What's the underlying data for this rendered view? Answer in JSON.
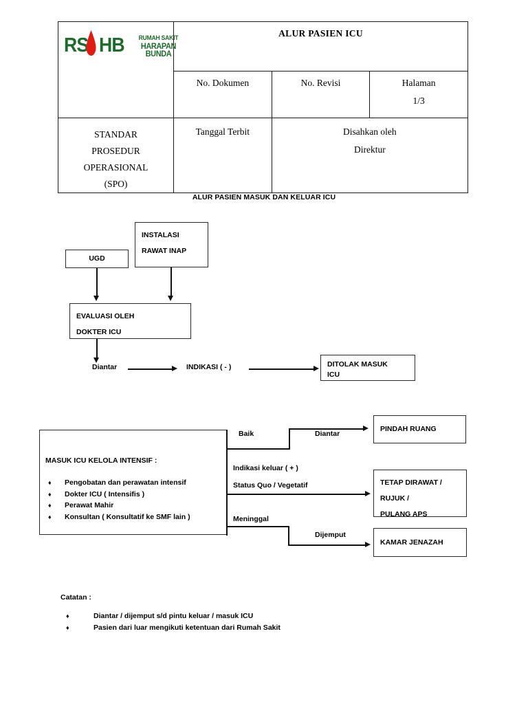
{
  "header": {
    "logo": {
      "mark_left": "RS",
      "mark_right": "HB",
      "line1": "RUMAH SAKIT",
      "line2": "HARAPAN BUNDA",
      "green": "#1d6b2a",
      "red": "#e01b10"
    },
    "title": "ALUR PASIEN ICU",
    "col_labels": {
      "dokumen": "No. Dokumen",
      "revisi": "No. Revisi",
      "halaman": "Halaman",
      "halaman_value": "1/3"
    },
    "spo": {
      "line1": "STANDAR",
      "line2": "PROSEDUR",
      "line3": "OPERASIONAL",
      "line4": "(SPO)"
    },
    "tanggal_terbit": "Tanggal Terbit",
    "disahkan": "Disahkan oleh",
    "direktur": "Direktur"
  },
  "flow": {
    "title": "ALUR PASIEN MASUK DAN KELUAR ICU",
    "boxes": {
      "ugd": "UGD",
      "instalasi_l1": "INSTALASI",
      "instalasi_l2": "RAWAT INAP",
      "evaluasi_l1": "EVALUASI OLEH",
      "evaluasi_l2": "DOKTER ICU",
      "ditolak_l1": "DITOLAK MASUK",
      "ditolak_l2": "ICU",
      "masuk_title": "MASUK ICU KELOLA INTENSIF :",
      "masuk_items": [
        "Pengobatan dan perawatan intensif",
        "Dokter ICU ( Intensifis )",
        "Perawat Mahir",
        "Konsultan ( Konsultatif ke SMF lain )"
      ],
      "pindah_ruang": "PINDAH RUANG",
      "tetap_l1": "TETAP DIRAWAT /",
      "tetap_l2": "RUJUK /",
      "tetap_l3": "PULANG APS",
      "kamar_jenazah": "KAMAR JENAZAH"
    },
    "labels": {
      "diantar1": "Diantar",
      "indikasi_neg": "INDIKASI ( - )",
      "baik": "Baik",
      "diantar2": "Diantar",
      "indikasi_keluar": "Indikasi keluar ( + )",
      "status_quo": "Status Quo / Vegetatif",
      "meninggal": "Meninggal",
      "dijemput": "Dijemput"
    }
  },
  "notes": {
    "title": "Catatan  :",
    "bullet": "♦",
    "items": [
      "Diantar / dijemput s/d pintu keluar / masuk ICU",
      "Pasien dari luar mengikuti ketentuan dari Rumah Sakit"
    ]
  }
}
